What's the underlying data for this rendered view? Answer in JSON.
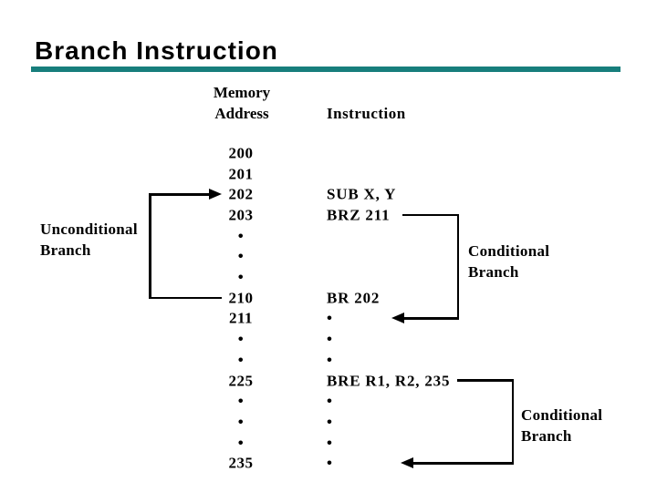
{
  "slide": {
    "title": "Branch Instruction",
    "accent_color": "#177e7c",
    "background_color": "#ffffff",
    "text_color": "#000000"
  },
  "diagram": {
    "headers": {
      "memory_line1": "Memory",
      "memory_line2": "Address",
      "instruction": "Instruction"
    },
    "rows": [
      {
        "address": "200",
        "instruction": ""
      },
      {
        "address": "201",
        "instruction": ""
      },
      {
        "address": "202",
        "instruction": "SUB X, Y"
      },
      {
        "address": "203",
        "instruction": "BRZ 211"
      },
      {
        "address": "•",
        "instruction": ""
      },
      {
        "address": "•",
        "instruction": ""
      },
      {
        "address": "•",
        "instruction": ""
      },
      {
        "address": "210",
        "instruction": "BR 202"
      },
      {
        "address": "211",
        "instruction": "•"
      },
      {
        "address": "•",
        "instruction": "•"
      },
      {
        "address": "•",
        "instruction": "•"
      },
      {
        "address": "225",
        "instruction": "BRE R1, R2, 235"
      },
      {
        "address": "•",
        "instruction": "•"
      },
      {
        "address": "•",
        "instruction": "•"
      },
      {
        "address": "•",
        "instruction": "•"
      },
      {
        "address": "235",
        "instruction": "•"
      }
    ],
    "labels": {
      "unconditional_branch": {
        "line1": "Unconditional",
        "line2": "Branch"
      },
      "conditional_branch_1": {
        "line1": "Conditional",
        "line2": "Branch"
      },
      "conditional_branch_2": {
        "line1": "Conditional",
        "line2": "Branch"
      }
    }
  }
}
